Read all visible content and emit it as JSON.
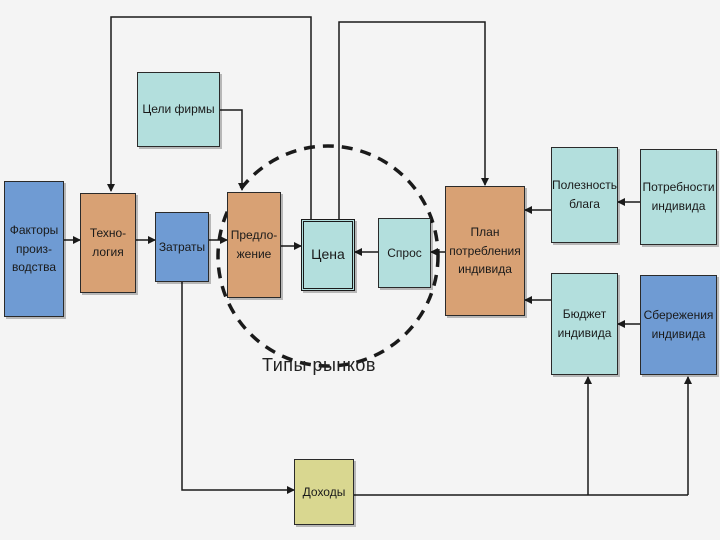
{
  "boxes": {
    "factors": "Факторы\nпроиз-\nводства",
    "technology": "Техно-\nлогия",
    "costs": "Затраты",
    "firm_goals": "Цели фирмы",
    "supply": "Предло-\nжение",
    "price": "Цена",
    "demand": "Спрос",
    "consumption_plan": "План\nпотребления\nиндивида",
    "utility": "Полезность\nблага",
    "needs": "Потребности\nиндивида",
    "budget": "Бюджет\nиндивида",
    "savings": "Сбережения\nиндивида",
    "income": "Доходы"
  },
  "market_types_label": "Типы рынков",
  "colors": {
    "blue": "#6f9bd3",
    "orange": "#d8a174",
    "teal": "#b3dfdd",
    "yellow": "#d9d790",
    "line": "#1a1a1a",
    "background": "#f4f4f4"
  }
}
